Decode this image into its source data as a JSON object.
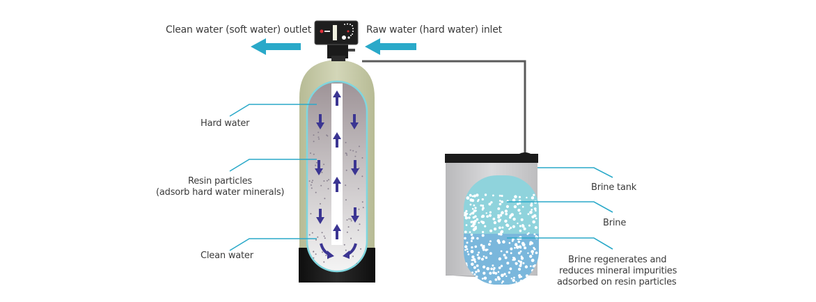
{
  "title": "Water softener system diagram",
  "labels": {
    "outlet": "Clean water (soft water) outlet",
    "inlet": "Raw water (hard water) inlet",
    "hard_water": "Hard water",
    "resin_line1": "Resin particles",
    "resin_line2": "(adsorb hard water minerals)",
    "clean_water": "Clean water",
    "brine_tank": "Brine tank",
    "brine": "Brine",
    "regen_line1": "Brine regenerates and",
    "regen_line2": "reduces mineral impurities",
    "regen_line3": "adsorbed on resin particles"
  },
  "colors": {
    "flow_arrow": "#2aa9c9",
    "leader_line": "#2aa9c9",
    "tank_shell": "#c9ccac",
    "tank_base": "#1c1c1c",
    "inner_outline": "#7fd6df",
    "down_arrow": "#3b3592",
    "brine_tank_body": "#cfcfd1",
    "brine_liquid": "#8fd3dc",
    "brine_lower": "#7ab7dc",
    "pipe": "#555555",
    "control_head": "#222222"
  }
}
